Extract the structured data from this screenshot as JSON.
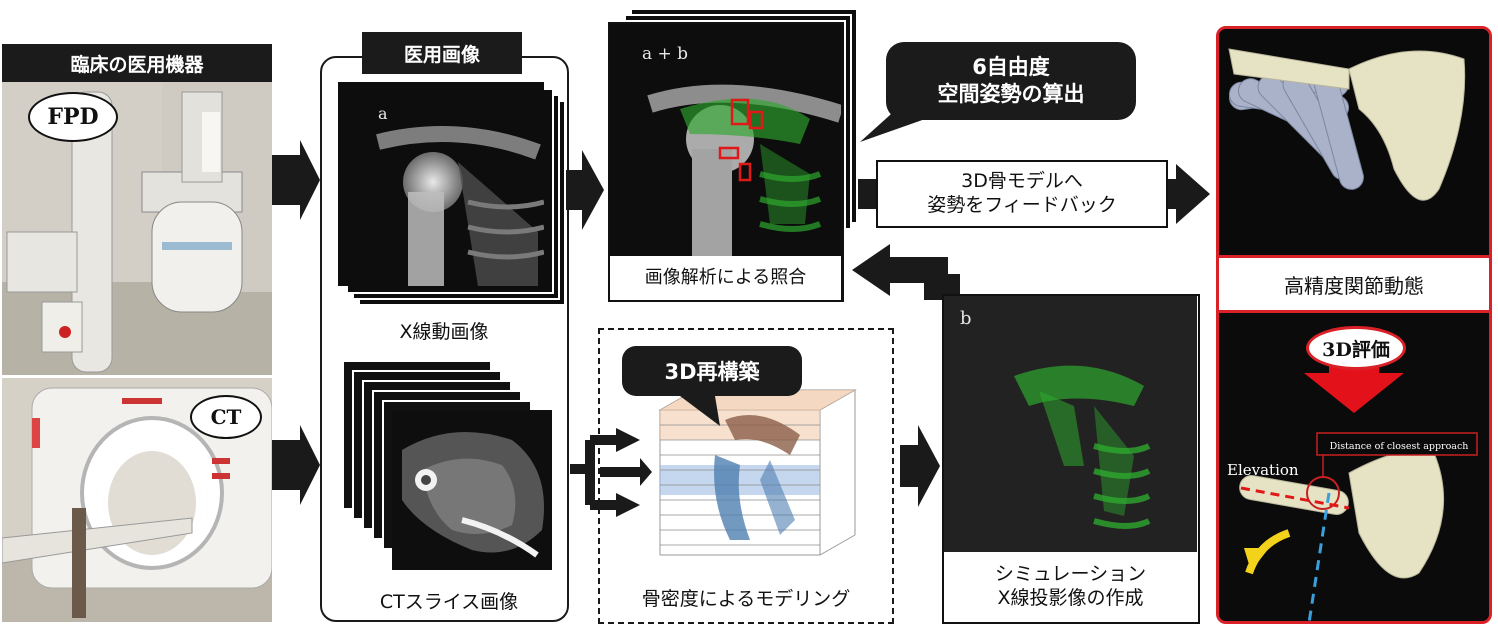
{
  "devices": {
    "title": "臨床の医用機器",
    "fpd_tag": "FPD",
    "ct_tag": "CT"
  },
  "medical_images": {
    "title": "医用画像",
    "xray_panel_letter": "a",
    "xray_caption": "X線動画像",
    "ct_caption": "CTスライス画像"
  },
  "matching": {
    "panel_letter": "a + b",
    "caption": "画像解析による照合"
  },
  "pose_bubble": {
    "line1": "6自由度",
    "line2": "空間姿勢の算出"
  },
  "feedback": {
    "line1": "3D骨モデルへ",
    "line2": "姿勢をフィードバック"
  },
  "modeling": {
    "bubble": "3D再構築",
    "caption": "骨密度によるモデリング"
  },
  "simulation": {
    "panel_letter": "b",
    "line1": "シミュレーション",
    "line2": "X線投影像の作成"
  },
  "result": {
    "title": "高精度関節動態",
    "badge": "3D評価",
    "annotation": "Distance of closest approach",
    "elevation_label": "Elevation"
  },
  "colors": {
    "dark_label": "#1b1b1b",
    "result_border": "#d92127",
    "bone_model": "#e6e2c4",
    "bone_ghost": "#a9b2c9",
    "sim_green": "#2ea82e",
    "match_box": "#e01818",
    "arrow_yellow": "#f3d21b",
    "axis_blue": "#3aa0dc"
  }
}
